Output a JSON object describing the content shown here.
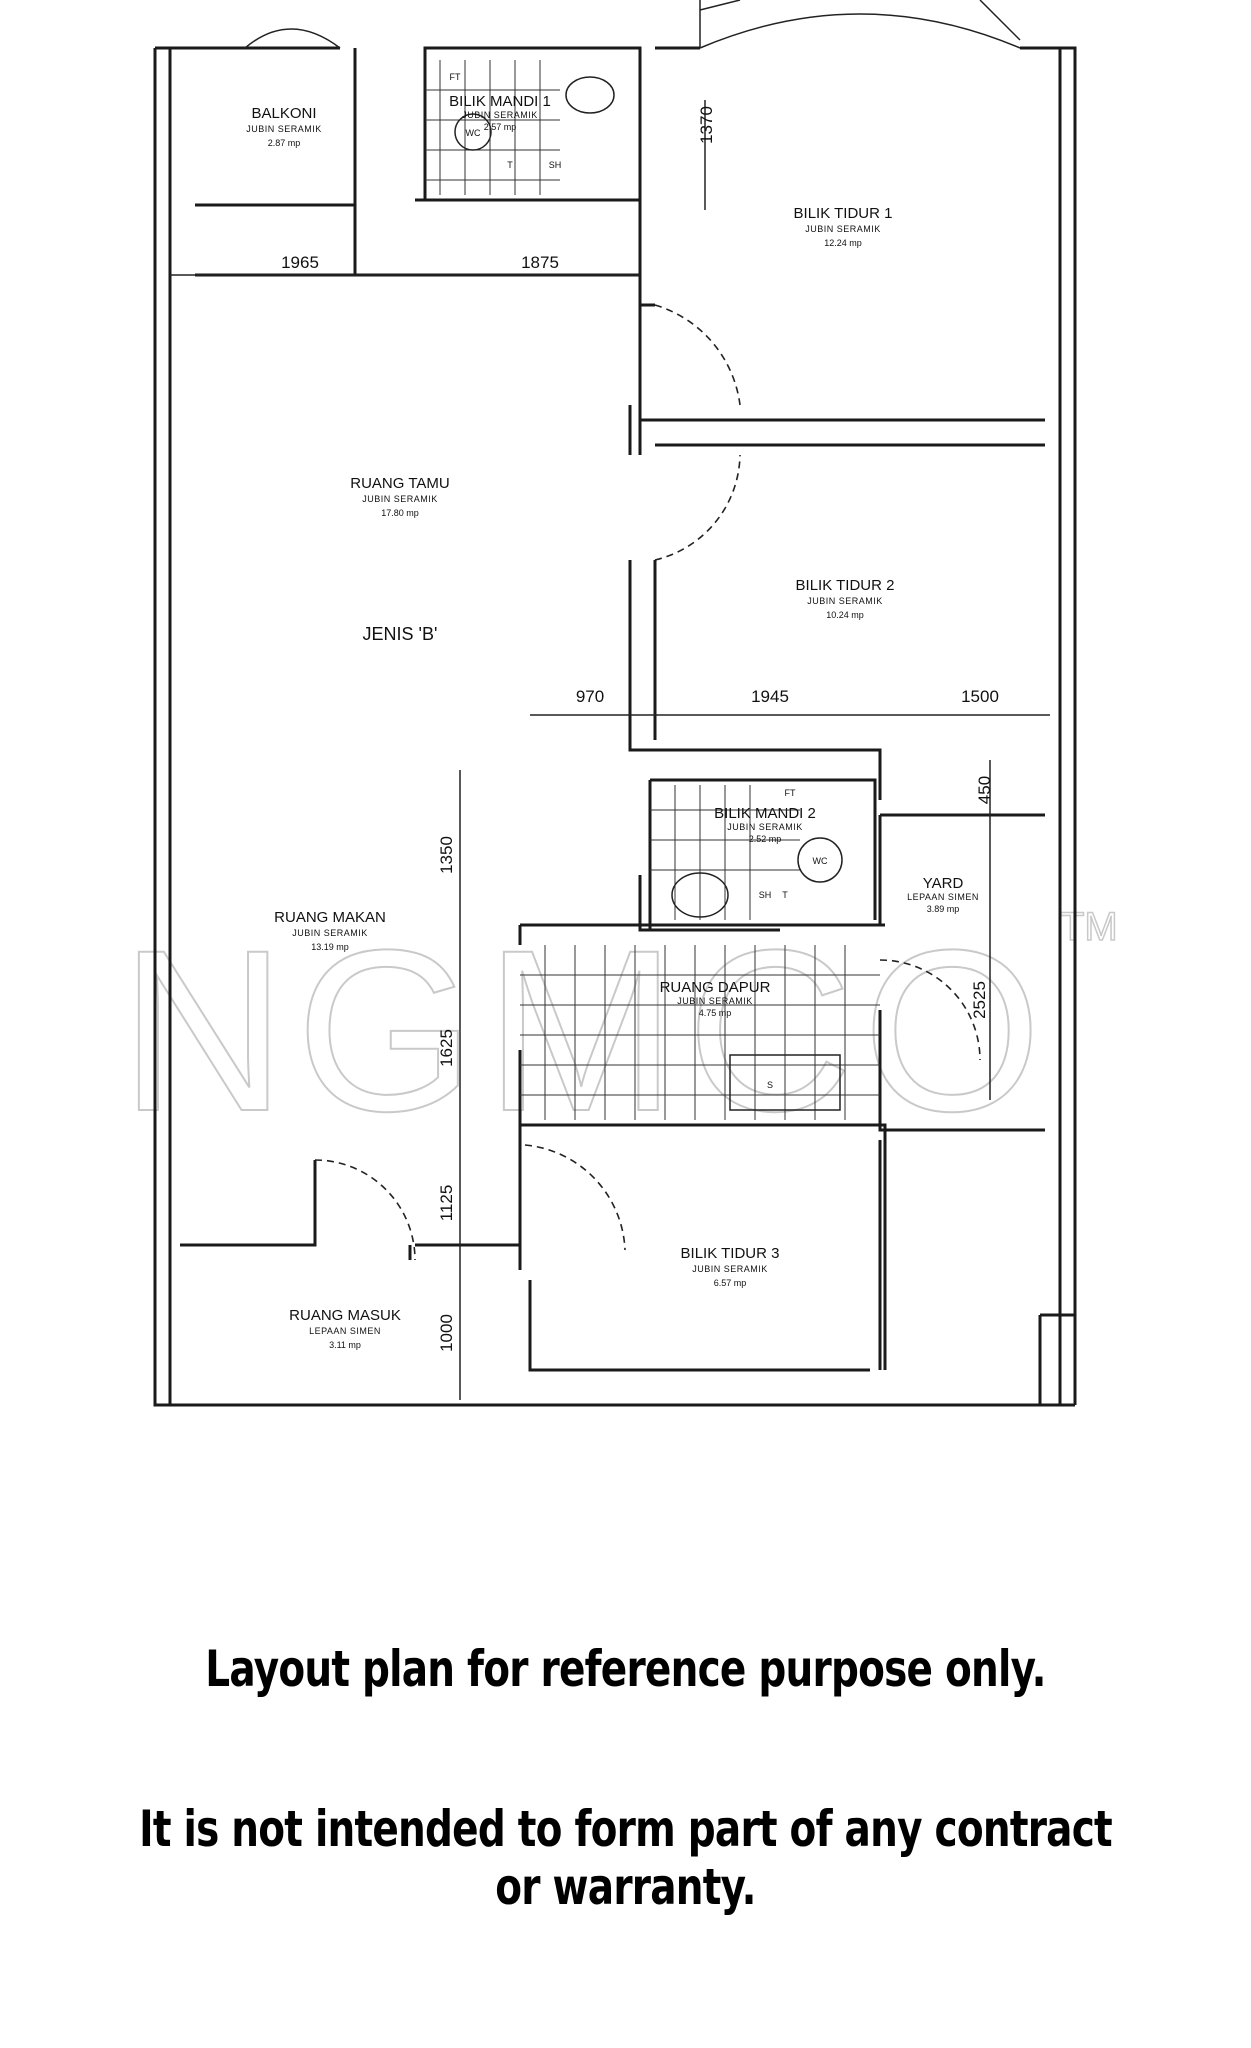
{
  "plan": {
    "type_label": "JENIS 'B'",
    "rooms": [
      {
        "name": "BALKONI",
        "finish": "JUBIN SERAMIK",
        "area": "2.87 mp"
      },
      {
        "name": "BILIK MANDI 1",
        "finish": "JUBIN SERAMIK",
        "area": "2.57 mp"
      },
      {
        "name": "BILIK TIDUR 1",
        "finish": "JUBIN SERAMIK",
        "area": "12.24 mp"
      },
      {
        "name": "RUANG TAMU",
        "finish": "JUBIN SERAMIK",
        "area": "17.80 mp"
      },
      {
        "name": "BILIK TIDUR 2",
        "finish": "JUBIN SERAMIK",
        "area": "10.24 mp"
      },
      {
        "name": "BILIK MANDI 2",
        "finish": "JUBIN SERAMIK",
        "area": "2.52 mp"
      },
      {
        "name": "YARD",
        "finish": "LEPAAN SIMEN",
        "area": "3.89 mp"
      },
      {
        "name": "RUANG MAKAN",
        "finish": "JUBIN SERAMIK",
        "area": "13.19 mp"
      },
      {
        "name": "RUANG DAPUR",
        "finish": "JUBIN SERAMIK",
        "area": "4.75 mp"
      },
      {
        "name": "BILIK TIDUR 3",
        "finish": "JUBIN SERAMIK",
        "area": "6.57 mp"
      },
      {
        "name": "RUANG MASUK",
        "finish": "LEPAAN SIMEN",
        "area": "3.11 mp"
      }
    ],
    "dimensions": {
      "d1965": "1965",
      "d1875": "1875",
      "d1370": "1370",
      "d970": "970",
      "d1945": "1945",
      "d1500": "1500",
      "d450": "450",
      "d1350": "1350",
      "d2525": "2525",
      "d1625": "1625",
      "d1125": "1125",
      "d1000": "1000"
    },
    "fixtures": {
      "wc": "WC",
      "ft": "FT",
      "sh": "SH",
      "t": "T",
      "s": "S"
    },
    "watermark": "NGMCO",
    "watermark_tm": "TM"
  },
  "disclaimer": {
    "line1": "Layout plan for reference purpose only.",
    "line2": "It is not intended to form part of any contract or warranty."
  }
}
